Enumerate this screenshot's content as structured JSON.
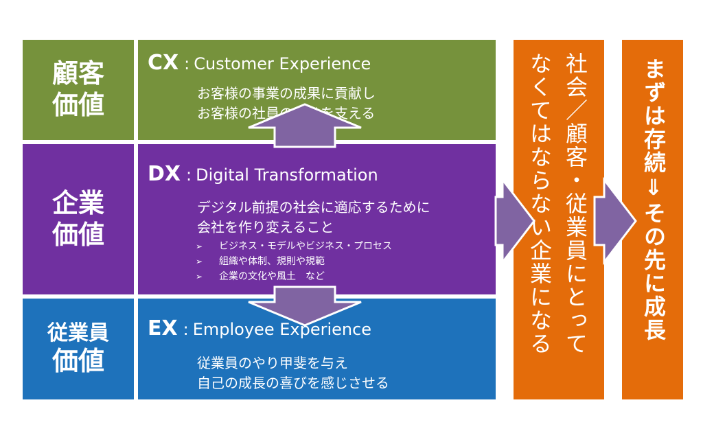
{
  "rows": {
    "cx": {
      "label": [
        "顧客",
        "価値"
      ],
      "abbr": "CX",
      "full": "Customer Experience",
      "desc": [
        "お客様の事業の成果に貢献し",
        "お客様の社員の幸せを支える"
      ]
    },
    "dx": {
      "label": [
        "企業",
        "価値"
      ],
      "abbr": "DX",
      "full": "Digital Transformation",
      "desc": [
        "デジタル前提の社会に適応するために",
        "会社を作り変えること"
      ],
      "bullets": [
        "ビジネス・モデルやビジネス・プロセス",
        "組織や体制、規則や規範",
        "企業の文化や風土　など"
      ]
    },
    "ex": {
      "label": [
        "従業員",
        "価値"
      ],
      "abbr": "EX",
      "full": "Employee Experience",
      "desc": [
        "従業員のやり甲斐を与え",
        "自己の成長の喜びを感じさせる"
      ]
    }
  },
  "colon": ":",
  "bullet_marker": "➢",
  "society": [
    "社会／顧客・従業員にとって",
    "なくてはならない企業になる"
  ],
  "survival": "まずは存続⇓その先に成長",
  "colors": {
    "green": "#76923c",
    "purple": "#7030a0",
    "blue": "#1e72bb",
    "orange": "#e46c0a",
    "arrow": "#8064a2"
  }
}
